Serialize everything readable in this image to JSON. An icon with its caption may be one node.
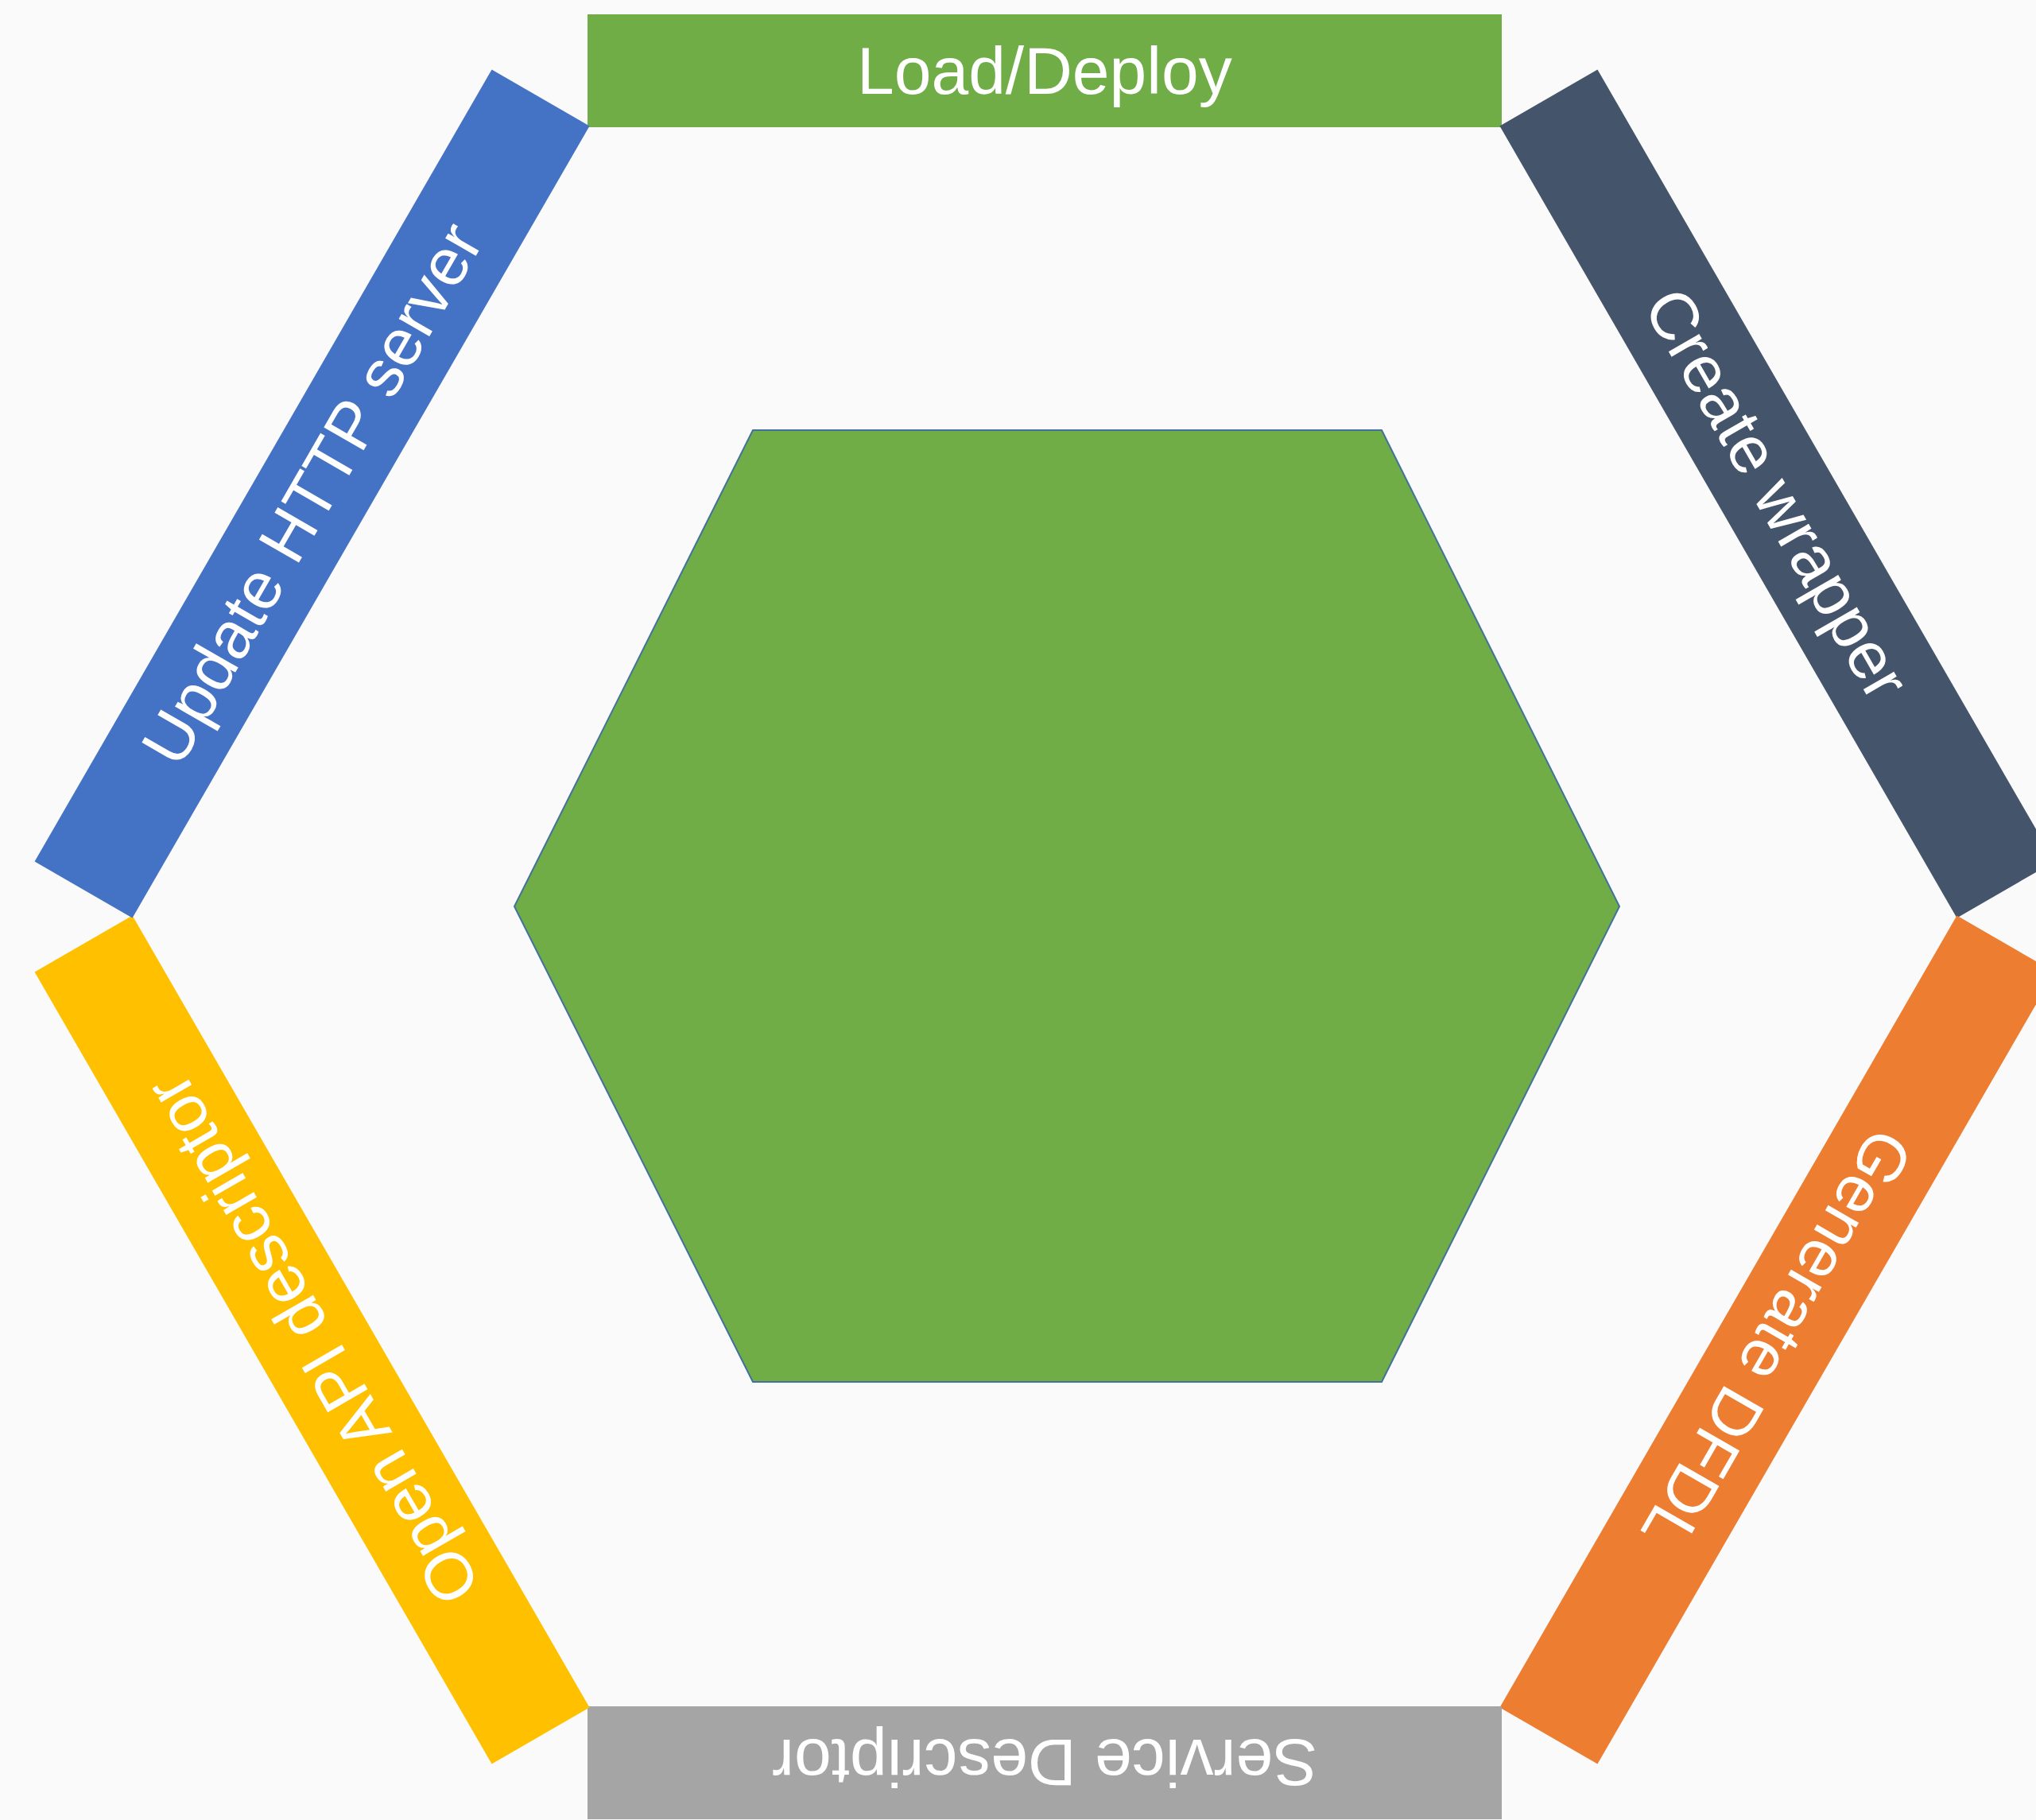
{
  "diagram": {
    "nodes": [
      {
        "text": [
          "Load/Deploy"
        ]
      },
      {
        "text": [
          "Create wrapper"
        ]
      },
      {
        "text": [
          "Generate DFDL"
        ]
      },
      {
        "text": [
          "Service Descriptor"
        ]
      },
      {
        "text": [
          "Open API descriptor"
        ]
      },
      {
        "text": [
          "Update HTTP server"
        ]
      },
      {
        "text": [],
        "shape": "hexagon"
      }
    ],
    "edges": []
  }
}
